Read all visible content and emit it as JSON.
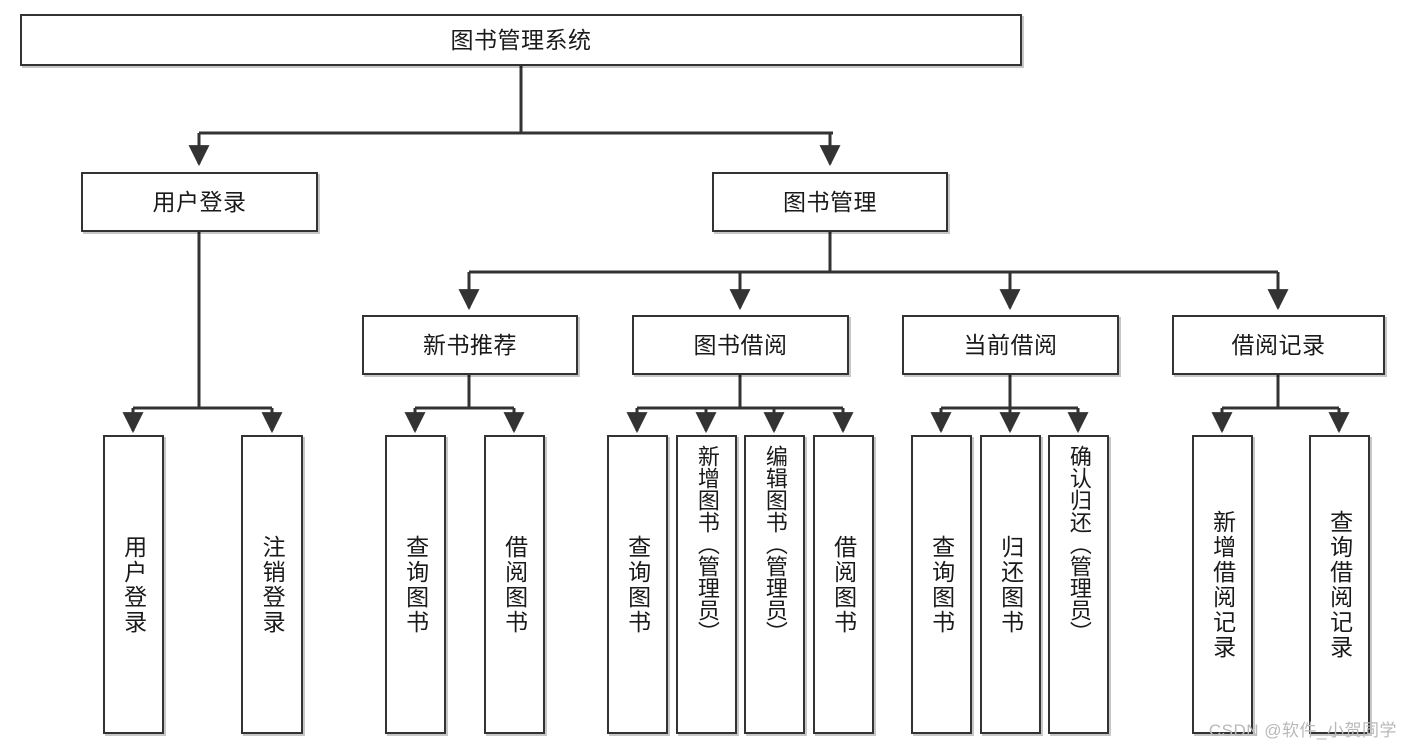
{
  "diagram": {
    "title": "图书管理系统",
    "type": "hierarchy-tree",
    "style": {
      "box_border": "#333333",
      "box_fill": "#ffffff",
      "text_color": "#1a1a1a",
      "edge_color": "#333333",
      "background": "#ffffff",
      "watermark_color": "#b9b9b9"
    },
    "nodes": {
      "root": {
        "label": "图书管理系统",
        "level": 1,
        "orientation": "horizontal"
      },
      "l2": [
        {
          "id": "user_login",
          "label": "用户登录",
          "level": 2,
          "orientation": "horizontal"
        },
        {
          "id": "book_manage",
          "label": "图书管理",
          "level": 2,
          "orientation": "horizontal"
        }
      ],
      "l3": [
        {
          "id": "new_book_rec",
          "label": "新书推荐",
          "level": 3,
          "orientation": "horizontal"
        },
        {
          "id": "book_borrow",
          "label": "图书借阅",
          "level": 3,
          "orientation": "horizontal"
        },
        {
          "id": "current_borrow",
          "label": "当前借阅",
          "level": 3,
          "orientation": "horizontal"
        },
        {
          "id": "borrow_record",
          "label": "借阅记录",
          "level": 3,
          "orientation": "horizontal"
        }
      ],
      "leaves": [
        {
          "id": "leaf_user_login",
          "label": "用户登录",
          "parent": "user_login",
          "orientation": "vertical"
        },
        {
          "id": "leaf_user_logout",
          "label": "注销登录",
          "parent": "user_login",
          "orientation": "vertical"
        },
        {
          "id": "leaf_query_book_1",
          "label": "查询图书",
          "parent": "new_book_rec",
          "orientation": "vertical"
        },
        {
          "id": "leaf_borrow_book_1",
          "label": "借阅图书",
          "parent": "new_book_rec",
          "orientation": "vertical"
        },
        {
          "id": "leaf_query_book_2",
          "label": "查询图书",
          "parent": "book_borrow",
          "orientation": "vertical"
        },
        {
          "id": "leaf_add_book",
          "label": "新增图书（管理员）",
          "parent": "book_borrow",
          "orientation": "vertical"
        },
        {
          "id": "leaf_edit_book",
          "label": "编辑图书（管理员）",
          "parent": "book_borrow",
          "orientation": "vertical"
        },
        {
          "id": "leaf_borrow_book_2",
          "label": "借阅图书",
          "parent": "book_borrow",
          "orientation": "vertical"
        },
        {
          "id": "leaf_query_book_3",
          "label": "查询图书",
          "parent": "current_borrow",
          "orientation": "vertical"
        },
        {
          "id": "leaf_return_book",
          "label": "归还图书",
          "parent": "current_borrow",
          "orientation": "vertical"
        },
        {
          "id": "leaf_confirm_return",
          "label": "确认归还（管理员）",
          "parent": "current_borrow",
          "orientation": "vertical"
        },
        {
          "id": "leaf_add_record",
          "label": "新增借阅记录",
          "parent": "borrow_record",
          "orientation": "vertical"
        },
        {
          "id": "leaf_query_record",
          "label": "查询借阅记录",
          "parent": "borrow_record",
          "orientation": "vertical"
        }
      ]
    }
  },
  "watermark": {
    "text": "CSDN @软件_小贺同学"
  }
}
